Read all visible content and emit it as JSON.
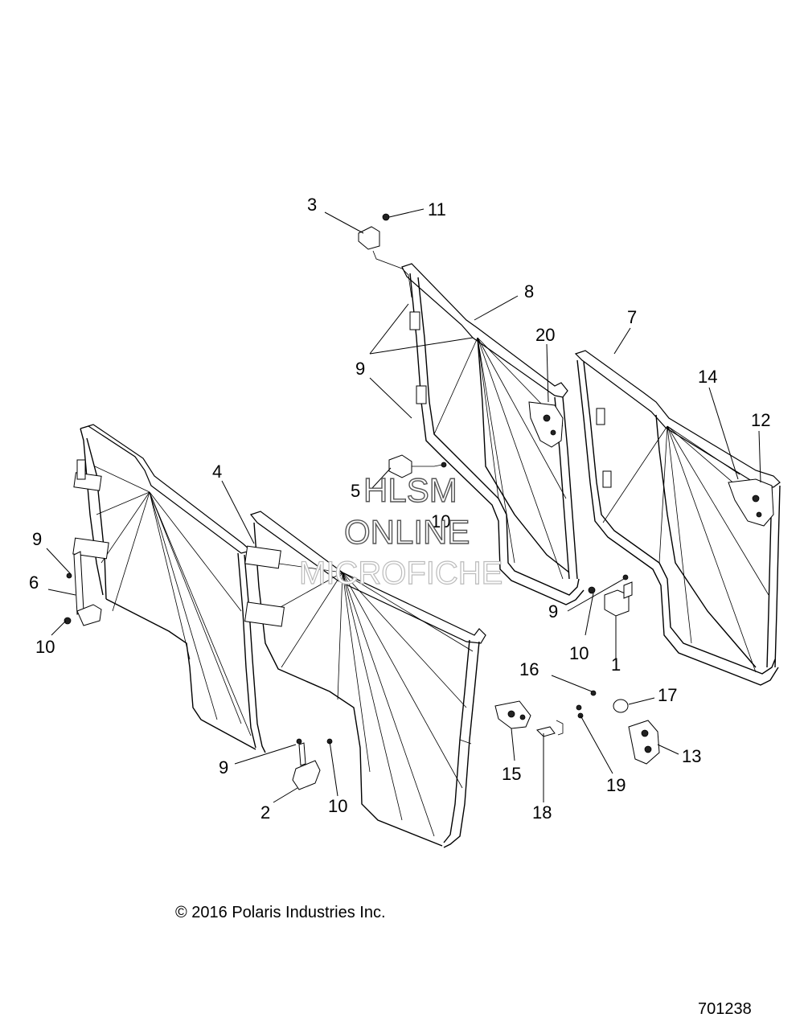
{
  "callouts": {
    "c1": "1",
    "c2": "2",
    "c3": "3",
    "c4": "4",
    "c5": "5",
    "c6": "6",
    "c7": "7",
    "c8": "8",
    "c9a": "9",
    "c9b": "9",
    "c9c": "9",
    "c9d": "9",
    "c10a": "10",
    "c10b": "10",
    "c10c": "10",
    "c10d": "10",
    "c11": "11",
    "c12": "12",
    "c13": "13",
    "c14": "14",
    "c15": "15",
    "c16": "16",
    "c17": "17",
    "c18": "18",
    "c19": "19",
    "c20": "20"
  },
  "watermark": {
    "line1": "HLSM",
    "line2": "ONLINE",
    "line3": "MICROFICHE"
  },
  "copyright": "© 2016 Polaris Industries Inc.",
  "figure_number": "701238"
}
